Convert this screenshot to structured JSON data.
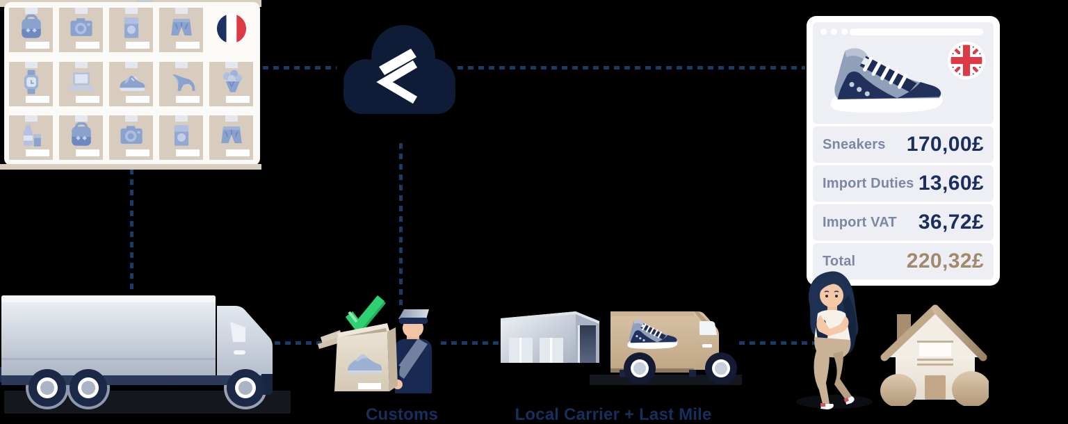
{
  "scene": {
    "description": "Cross-border e-commerce flow: French marketplace, cloud customs-clearance platform, freight, customs check, local carrier last mile, UK customer checkout"
  },
  "marketplace": {
    "flag": "france-flag-icon",
    "products": [
      [
        "backpack",
        "camera",
        "canned-food",
        "shorts",
        "flag-france"
      ],
      [
        "watch",
        "laptop",
        "sneaker",
        "high-heel",
        "flowers"
      ],
      [
        "milk-bottle",
        "backpack",
        "camera",
        "canned-food",
        "shorts"
      ]
    ]
  },
  "cloud": {
    "icon": "cloud-platform-logo"
  },
  "checkout_card": {
    "flag": "uk-flag-icon",
    "product_image": "sneaker",
    "rows": [
      {
        "label": "Sneakers",
        "value": "170,00£"
      },
      {
        "label": "Import Duties",
        "value": "13,60£"
      },
      {
        "label": "Import VAT",
        "value": "36,72£"
      },
      {
        "label": "Total",
        "value": "220,32£",
        "highlight": true
      }
    ]
  },
  "captions": {
    "customs": "Customs",
    "local_carrier": "Local Carrier + Last Mile"
  },
  "figures": [
    "freight-truck",
    "approved-check",
    "parcel-box",
    "customs-officer",
    "warehouse",
    "delivery-van",
    "customer-woman",
    "house"
  ],
  "colors": {
    "background": "#000000",
    "navy_text": "#16305e",
    "cloud_navy": "#0e1c38",
    "dash_blue": "#1c3a68",
    "card_panel": "#edeff4",
    "price_navy": "#1c2e5c",
    "total_tan": "#a08a6b",
    "label_gray": "#7b87a3",
    "check_green": "#2fd071",
    "box_beige": "#e0d6c5",
    "van_tan": "#c9b194",
    "flag_blue": "#1d3160",
    "flag_red": "#dc3a45"
  }
}
